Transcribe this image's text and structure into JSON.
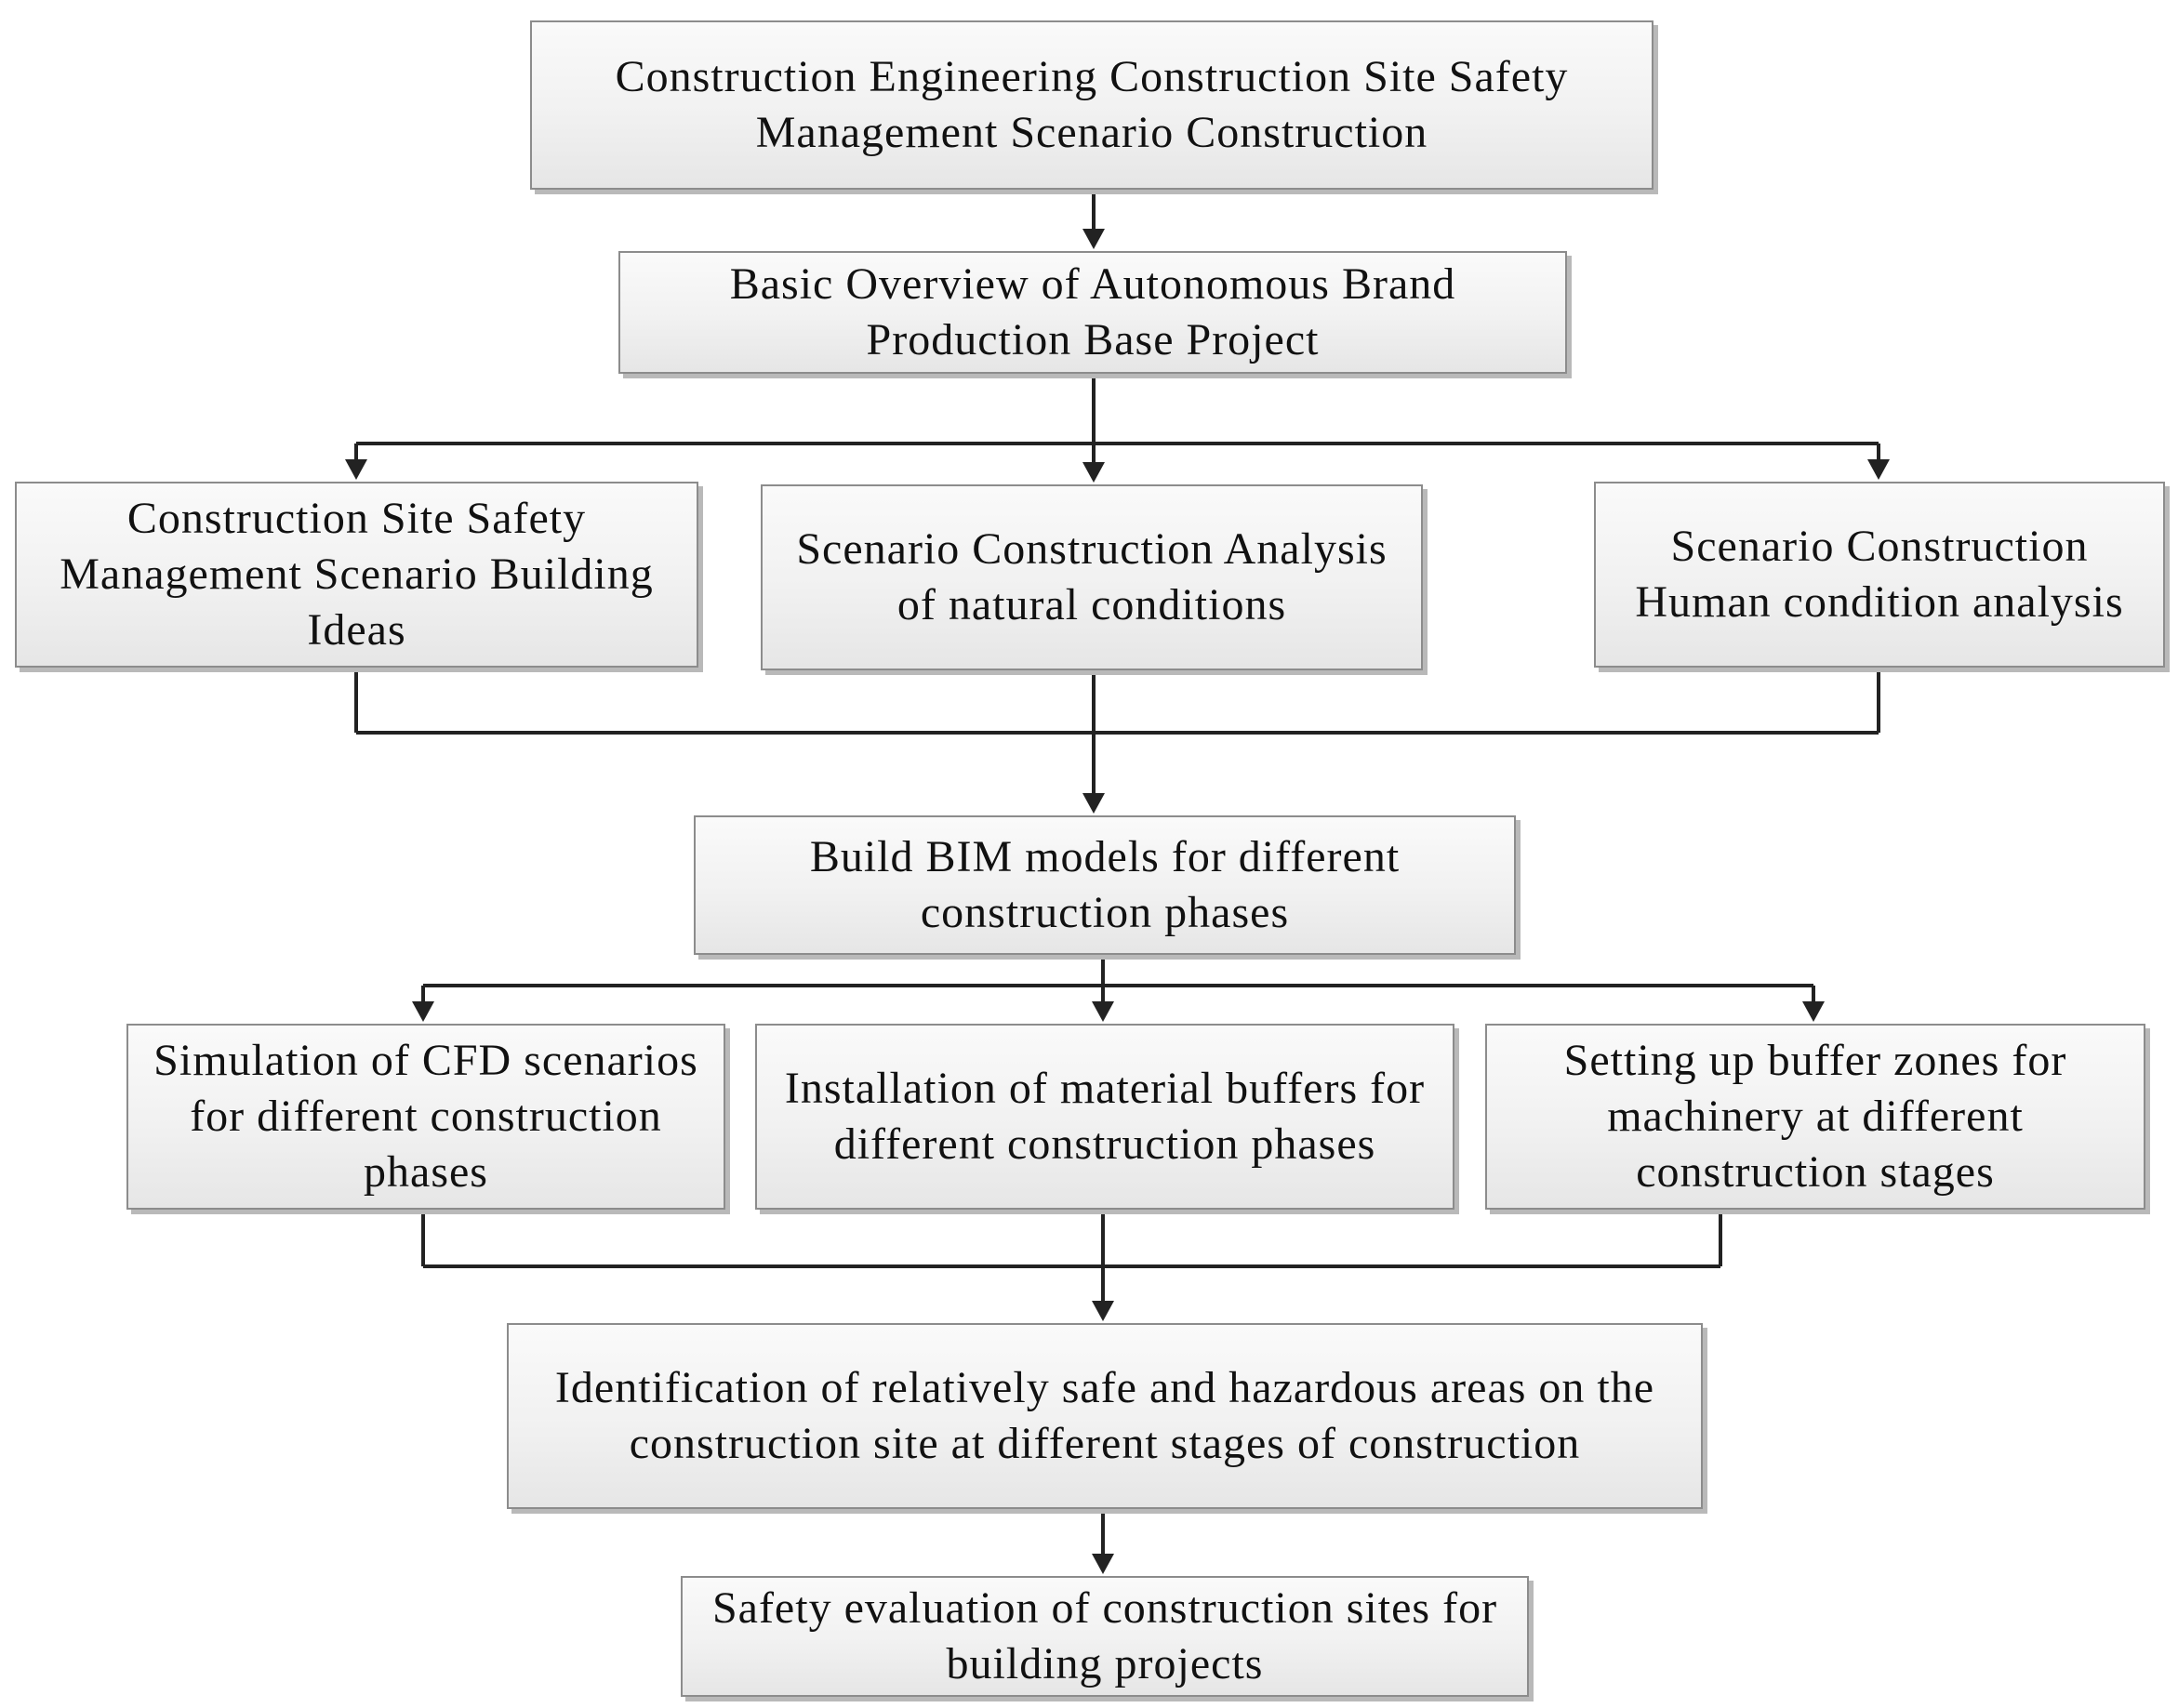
{
  "flowchart": {
    "nodes": [
      {
        "id": "b0",
        "text": "Construction Engineering Construction Site Safety Management Scenario Construction"
      },
      {
        "id": "b1",
        "text": "Basic Overview of Autonomous Brand Production Base Project"
      },
      {
        "id": "b2",
        "text": "Construction Site Safety Management Scenario Building Ideas"
      },
      {
        "id": "b3",
        "text": "Scenario Construction Analysis of natural conditions"
      },
      {
        "id": "b4",
        "text": "Scenario Construction Human condition analysis"
      },
      {
        "id": "b5",
        "text": "Build BIM models for different construction phases"
      },
      {
        "id": "b6",
        "text": "Simulation of CFD scenarios for different construction phases"
      },
      {
        "id": "b7",
        "text": "Installation of material buffers for different construction phases"
      },
      {
        "id": "b8",
        "text": "Setting up buffer zones for machinery at different construction stages"
      },
      {
        "id": "b9",
        "text": "Identification of relatively safe and hazardous areas on the construction site at different stages of construction"
      },
      {
        "id": "b10",
        "text": "Safety evaluation of construction sites for building projects"
      }
    ],
    "edges": [
      {
        "from": "b0",
        "to": "b1"
      },
      {
        "from": "b1",
        "to": "b2"
      },
      {
        "from": "b1",
        "to": "b3"
      },
      {
        "from": "b1",
        "to": "b4"
      },
      {
        "from": "b2",
        "to": "b5"
      },
      {
        "from": "b3",
        "to": "b5"
      },
      {
        "from": "b4",
        "to": "b5"
      },
      {
        "from": "b5",
        "to": "b6"
      },
      {
        "from": "b5",
        "to": "b7"
      },
      {
        "from": "b5",
        "to": "b8"
      },
      {
        "from": "b6",
        "to": "b9"
      },
      {
        "from": "b7",
        "to": "b9"
      },
      {
        "from": "b8",
        "to": "b9"
      },
      {
        "from": "b9",
        "to": "b10"
      }
    ]
  }
}
